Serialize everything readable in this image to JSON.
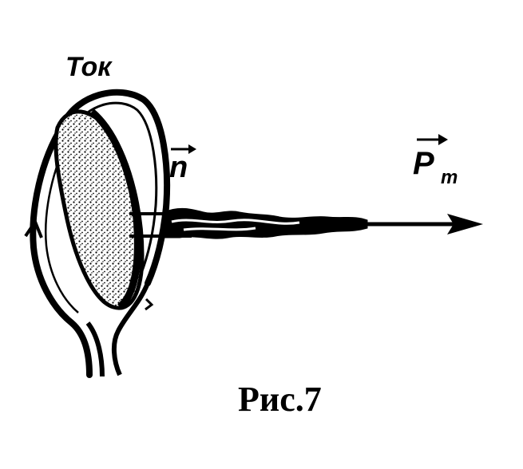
{
  "labels": {
    "current": "Ток",
    "normal_vector": "n",
    "magnetic_moment": "P",
    "magnetic_moment_subscript": "m"
  },
  "caption": "Рис.7"
}
